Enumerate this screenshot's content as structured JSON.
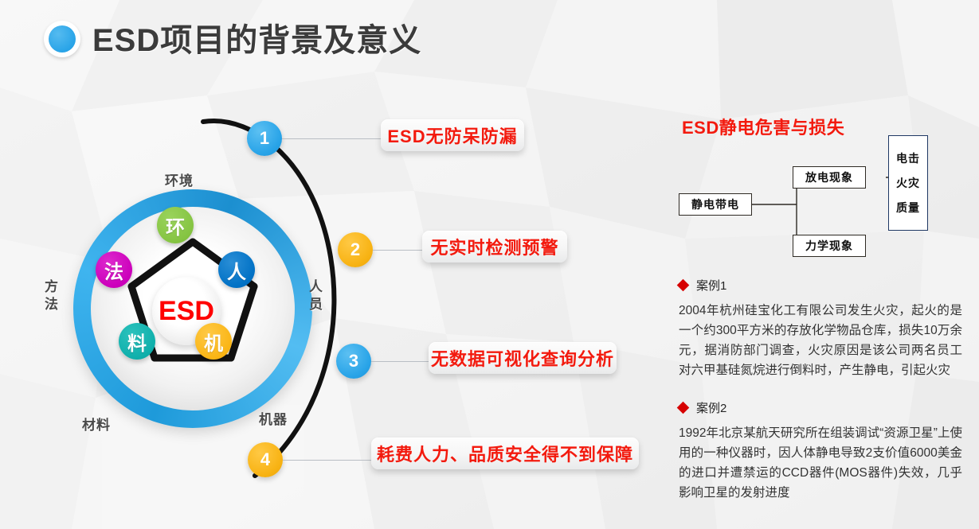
{
  "header": {
    "bullet_icon": "blue-dot-icon",
    "title": "ESD项目的背景及意义",
    "accent_color": "#29a4e8",
    "title_color": "#3b3b3b"
  },
  "diagram": {
    "center_label": "ESD",
    "center_color": "#ff0000",
    "ring_color": "#1e9ada",
    "nodes": [
      {
        "label": "环",
        "color": "#85c442",
        "position": "top"
      },
      {
        "label": "人",
        "color": "#0071c5",
        "position": "right"
      },
      {
        "label": "机",
        "color": "#fab515",
        "position": "bottom-right"
      },
      {
        "label": "料",
        "color": "#0fafab",
        "position": "bottom-left"
      },
      {
        "label": "法",
        "color": "#cc00bb",
        "position": "left"
      }
    ],
    "ring_labels": [
      {
        "text": "环境",
        "position": "top"
      },
      {
        "text": "人员",
        "position": "right",
        "vertical": true
      },
      {
        "text": "机器",
        "position": "bottom-right"
      },
      {
        "text": "材料",
        "position": "bottom-left"
      },
      {
        "text": "方法",
        "position": "left",
        "vertical": true
      }
    ],
    "items": [
      {
        "number": "1",
        "color": "#29a4e8",
        "text": "ESD无防呆防漏"
      },
      {
        "number": "2",
        "color": "#f8b314",
        "text": "无实时检测预警"
      },
      {
        "number": "3",
        "color": "#29a4e8",
        "text": "无数据可视化查询分析"
      },
      {
        "number": "4",
        "color": "#f8b314",
        "text": "耗费人力、品质安全得不到保障"
      }
    ],
    "callout_text_color": "#f31a0e"
  },
  "right_panel": {
    "title": "ESD静电危害与损失",
    "title_color": "#f31a0e",
    "flow": {
      "source": "静电带电",
      "branches": [
        "放电现象",
        "力学现象"
      ],
      "outcomes": [
        "电击",
        "火灾",
        "质量"
      ]
    },
    "cases": [
      {
        "heading": "案例1",
        "body": "2004年杭州硅宝化工有限公司发生火灾，起火的是一个约300平方米的存放化学物品仓库，损失10万余元，据消防部门调查，火灾原因是该公司两名员工对六甲基硅氮烷进行倒料时，产生静电，引起火灾"
      },
      {
        "heading": "案例2",
        "body": "1992年北京某航天研究所在组装调试“资源卫星”上使用的一种仪器时，因人体静电导致2支价值6000美金的进口并遭禁运的CCD器件(MOS器件)失效，几乎影响卫星的发射进度"
      }
    ],
    "bullet_icon": "red-diamond-icon"
  }
}
